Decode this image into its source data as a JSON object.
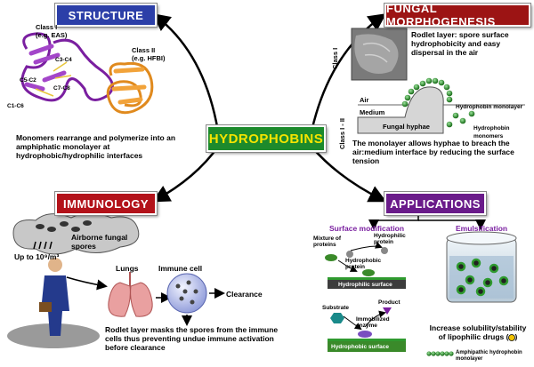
{
  "center": {
    "title": "HYDROPHOBINS"
  },
  "structure": {
    "title": "STRUCTURE",
    "class1_label": "Class I",
    "class1_example": "(e.g. EAS)",
    "class2_label": "Class II",
    "class2_example": "(e.g. HFBI)",
    "disulfides": [
      "C3-C4",
      "C5-C2",
      "C7-C8",
      "C1-C6"
    ],
    "caption": "Monomers rearrange and polymerize into an amphiphatic monolayer at hydrophobic/hydrophilic interfaces"
  },
  "morphogenesis": {
    "title": "FUNGAL MORPHOGENESIS",
    "class1_side": "Class I",
    "class12_side": "Class I - II",
    "rodlet_text": "Rodlet layer: spore surface hydrophobicity and easy dispersal in the air",
    "air": "Air",
    "medium": "Medium",
    "hyphae": "Fungal hyphae",
    "monolayer": "Hydrophobin monolayer",
    "monomers": "Hydrophobin monomers",
    "caption": "The monolayer allows hyphae to breach the air:medium interface by reducing the surface tension"
  },
  "immunology": {
    "title": "IMMUNOLOGY",
    "spores": "Airborne fungal spores",
    "dose": "Up to 10⁹/m³",
    "lungs": "Lungs",
    "immune_cell": "Immune cell",
    "clearance": "Clearance",
    "caption": "Rodlet layer masks the spores from the immune cells thus preventing undue immune activation before clearance"
  },
  "applications": {
    "title": "APPLICATIONS",
    "surface_mod": "Surface modification",
    "emulsification": "Emulsification",
    "mixture": "Mixture of proteins",
    "hydrophilic_protein": "Hydrophilic protein",
    "hydrophobic_protein": "Hydrophobic protein",
    "hydrophilic_surface": "Hydrophilic surface",
    "substrate": "Substrate",
    "product": "Product",
    "immobilized_enzyme": "Immobilized enzyme",
    "hydrophobic_surface": "Hydrophobic surface",
    "solubility": "Increase solubility/stability of lipophilic drugs (",
    "solubility_end": ")",
    "legend": "Amphipathic hydrophobin monolayer"
  },
  "colors": {
    "structure_box": "#2c3fa8",
    "morpho_box": "#9c1414",
    "center_bg": "#1c8a2c",
    "center_text": "#f5e400",
    "immuno_box": "#b3121a",
    "apps_box": "#6a1b8a",
    "green_bead": "#2f9a2f",
    "purple": "#7a1fa0"
  }
}
